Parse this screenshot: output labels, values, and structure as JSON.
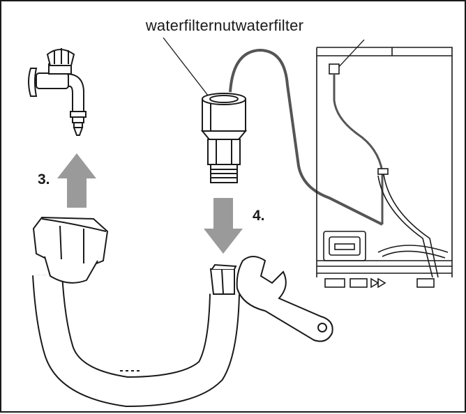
{
  "caption": "waterfilternutwaterfilter",
  "steps": {
    "step3": "3.",
    "step4": "4."
  },
  "colors": {
    "line": "#1a1a1a",
    "arrow": "#9a9a9a",
    "hose": "#555555",
    "background": "#ffffff"
  },
  "icons": {
    "tap": "water-tap-icon",
    "filter": "water-filter-icon",
    "hose": "inlet-hose-icon",
    "wrench": "open-end-wrench-icon",
    "appliance": "dishwasher-icon"
  }
}
